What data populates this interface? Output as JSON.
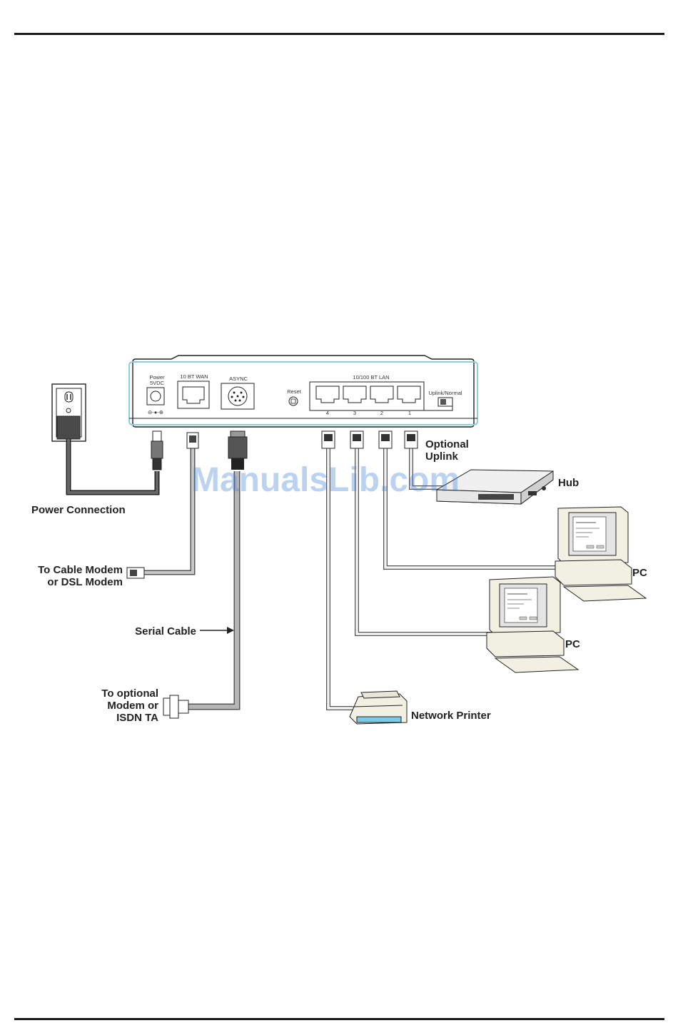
{
  "router": {
    "power_label_1": "Power",
    "power_label_2": "5VDC",
    "wan_label": "10 BT WAN",
    "async_label": "ASYNC",
    "reset_label": "Reset",
    "lan_label": "10/100 BT LAN",
    "uplink_label": "Uplink/Normal",
    "lan_ports": [
      "4",
      "3",
      "2",
      "1"
    ]
  },
  "labels": {
    "power_connection": "Power Connection",
    "cable_modem_1": "To Cable Modem",
    "cable_modem_2": "or DSL Modem",
    "serial_cable": "Serial Cable",
    "optional_modem_1": "To optional",
    "optional_modem_2": "Modem or",
    "optional_modem_3": "ISDN TA",
    "optional_uplink_1": "Optional",
    "optional_uplink_2": "Uplink",
    "hub": "Hub",
    "pc_1": "PC",
    "pc_2": "PC",
    "network_printer": "Network Printer"
  },
  "watermark": "ManualsLib.com",
  "colors": {
    "watermark": "#3f7fd8",
    "router_accent": "#8ccfe0",
    "cable_gray": "#9a9a9a",
    "cable_dark": "#555555"
  }
}
